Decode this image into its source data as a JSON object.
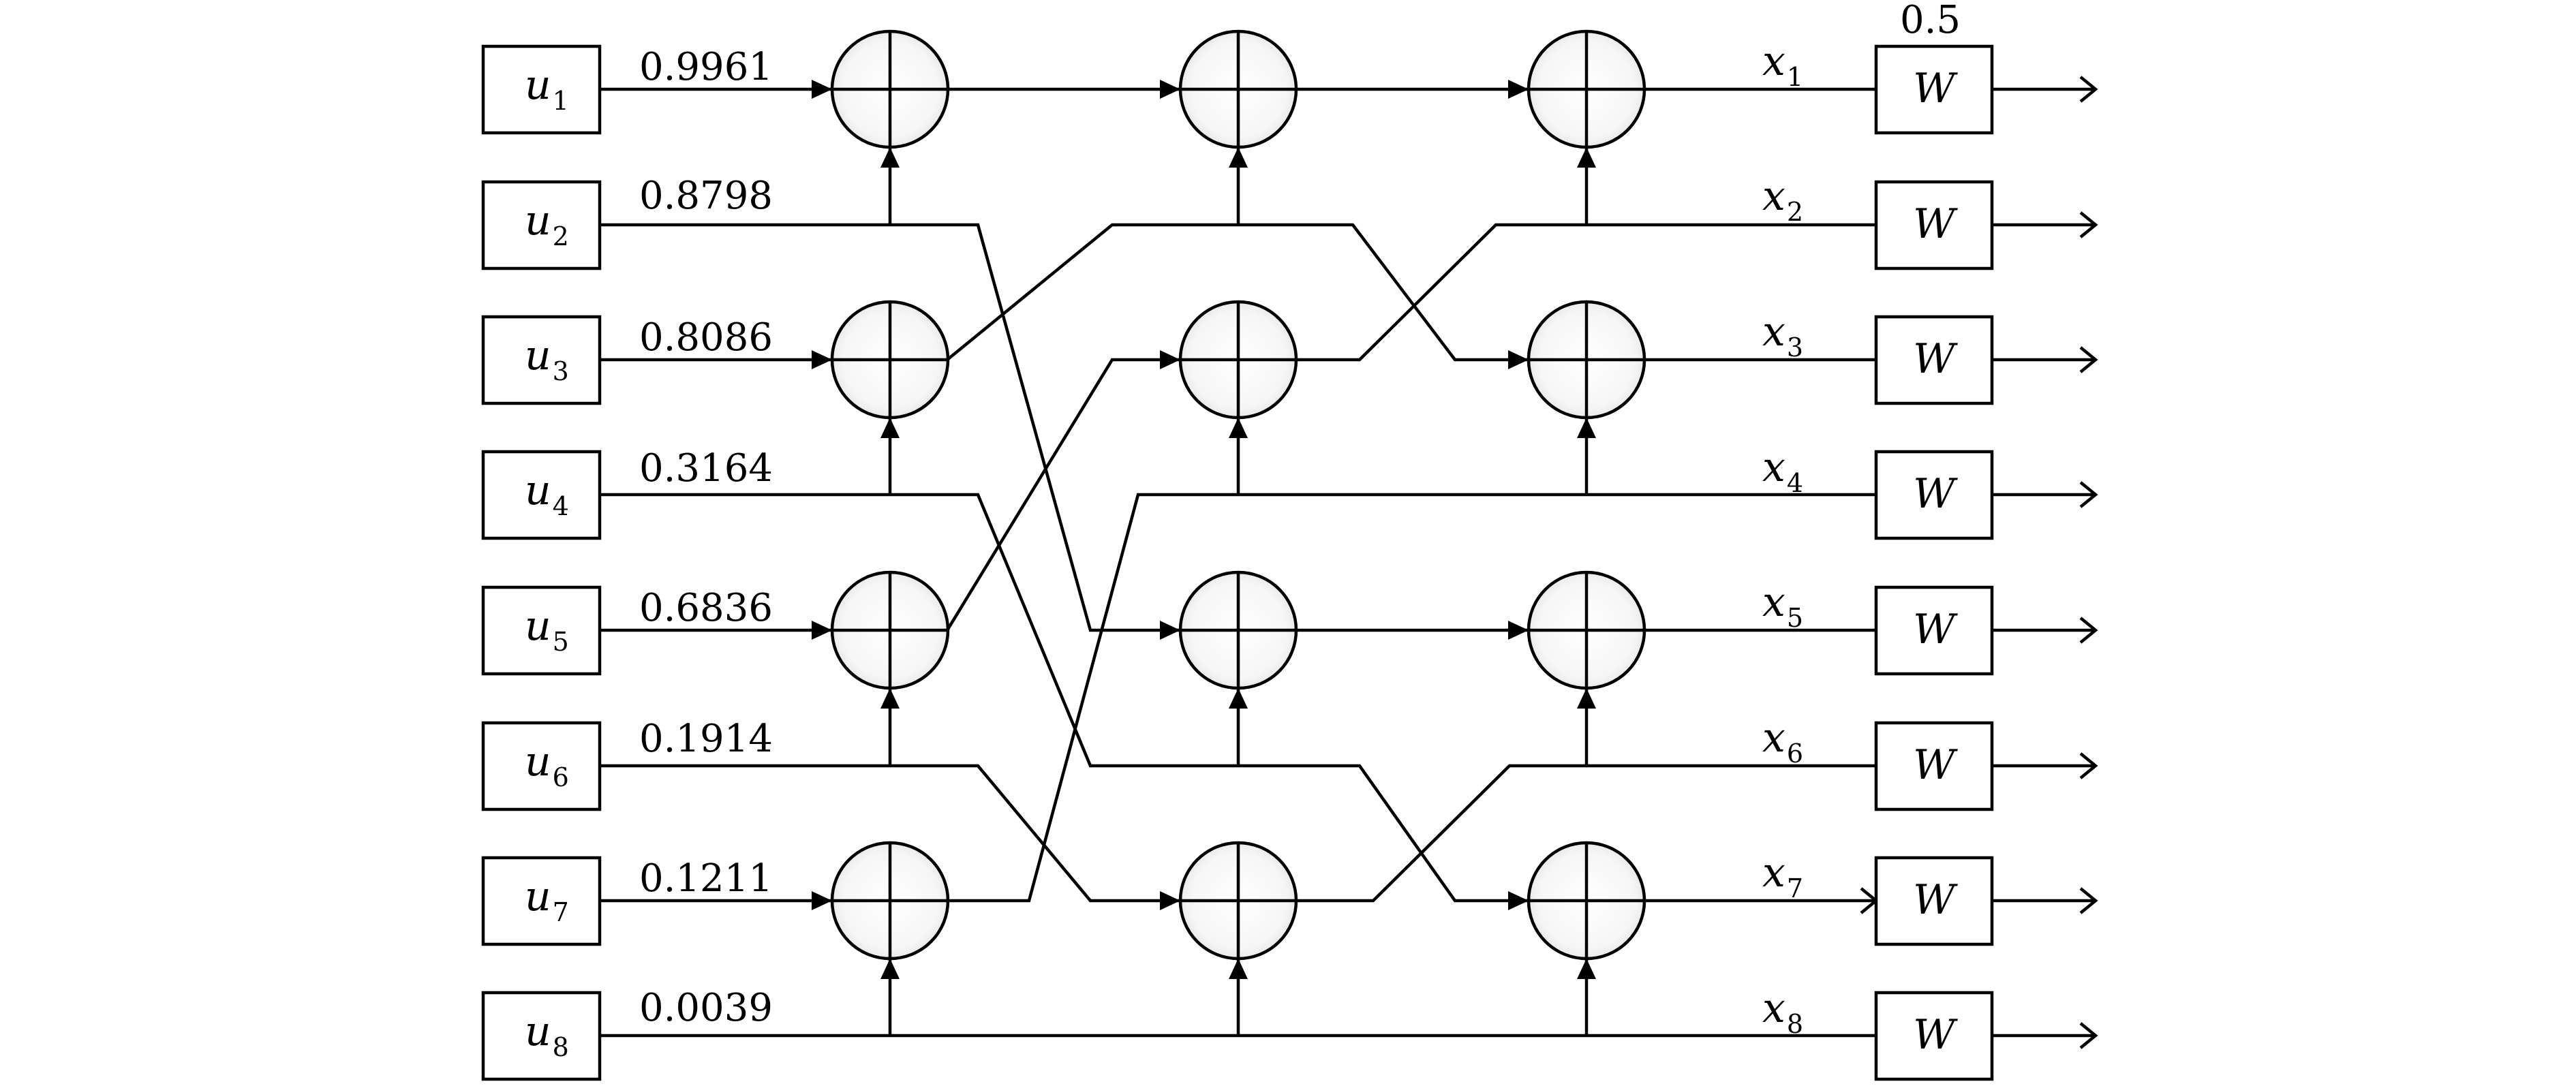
{
  "inputs": [
    {
      "var": "u",
      "sub": "1",
      "prob": "0.9961"
    },
    {
      "var": "u",
      "sub": "2",
      "prob": "0.8798"
    },
    {
      "var": "u",
      "sub": "3",
      "prob": "0.8086"
    },
    {
      "var": "u",
      "sub": "4",
      "prob": "0.3164"
    },
    {
      "var": "u",
      "sub": "5",
      "prob": "0.6836"
    },
    {
      "var": "u",
      "sub": "6",
      "prob": "0.1914"
    },
    {
      "var": "u",
      "sub": "7",
      "prob": "0.1211"
    },
    {
      "var": "u",
      "sub": "8",
      "prob": "0.0039"
    }
  ],
  "outputs": [
    {
      "var": "x",
      "sub": "1"
    },
    {
      "var": "x",
      "sub": "2"
    },
    {
      "var": "x",
      "sub": "3"
    },
    {
      "var": "x",
      "sub": "4"
    },
    {
      "var": "x",
      "sub": "5"
    },
    {
      "var": "x",
      "sub": "6"
    },
    {
      "var": "x",
      "sub": "7"
    },
    {
      "var": "x",
      "sub": "8"
    }
  ],
  "channel": {
    "label": "W",
    "top_value": "0.5"
  },
  "icons": {
    "xor": "xor-gate-icon",
    "arrow": "arrowhead-icon"
  }
}
